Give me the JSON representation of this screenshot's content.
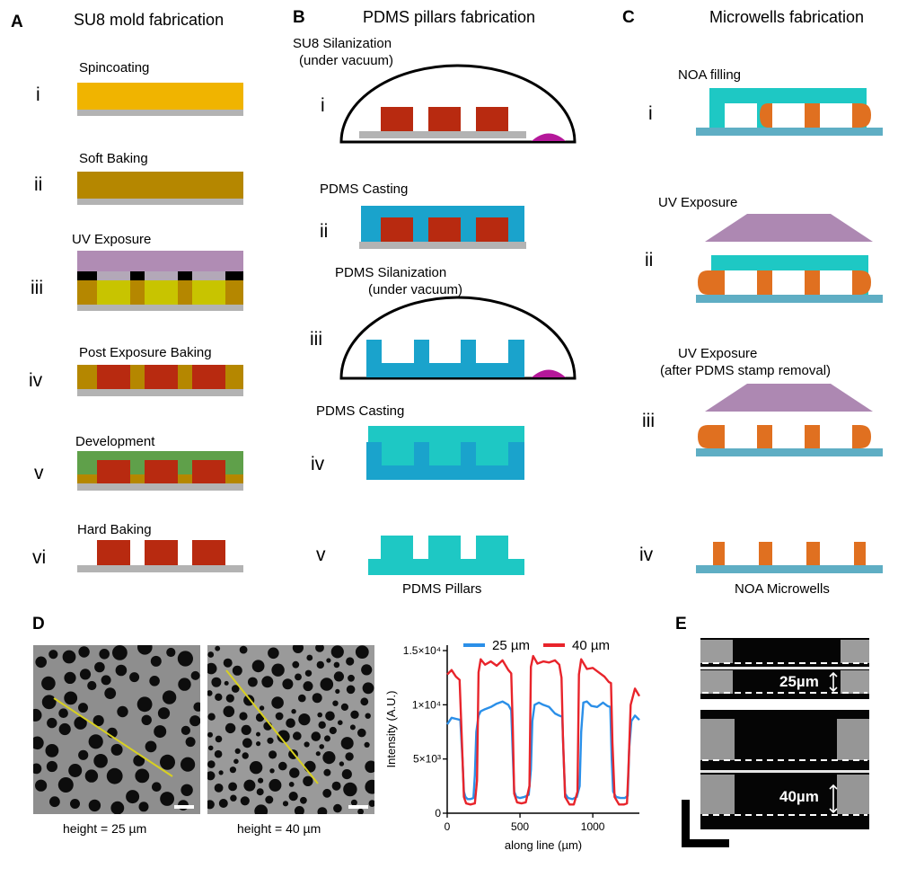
{
  "panels": {
    "A": {
      "letter": "A",
      "title": "SU8 mold fabrication",
      "steps": [
        {
          "numeral": "i",
          "label": "Spincoating"
        },
        {
          "numeral": "ii",
          "label": "Soft Baking"
        },
        {
          "numeral": "iii",
          "label": "UV Exposure"
        },
        {
          "numeral": "iv",
          "label": "Post Exposure Baking"
        },
        {
          "numeral": "v",
          "label": "Development"
        },
        {
          "numeral": "vi",
          "label": "Hard Baking"
        }
      ]
    },
    "B": {
      "letter": "B",
      "title": "PDMS pillars fabrication",
      "steps": [
        {
          "numeral": "i",
          "label": "SU8 Silanization",
          "label2": "(under vacuum)"
        },
        {
          "numeral": "ii",
          "label": "PDMS Casting"
        },
        {
          "numeral": "iii",
          "label": "PDMS Silanization",
          "label2": "(under vacuum)"
        },
        {
          "numeral": "iv",
          "label": "PDMS Casting"
        },
        {
          "numeral": "v",
          "label": "",
          "caption": "PDMS Pillars"
        }
      ]
    },
    "C": {
      "letter": "C",
      "title": "Microwells fabrication",
      "steps": [
        {
          "numeral": "i",
          "label": "NOA filling"
        },
        {
          "numeral": "ii",
          "label": "UV Exposure"
        },
        {
          "numeral": "iii",
          "label": "UV Exposure",
          "label2": "(after PDMS stamp removal)"
        },
        {
          "numeral": "iv",
          "label": "",
          "caption": "NOA Microwells"
        }
      ]
    },
    "D": {
      "letter": "D",
      "image_captions": [
        "height = 25 µm",
        "height = 40 µm"
      ]
    },
    "E": {
      "letter": "E",
      "labels": [
        "25µm",
        "40µm"
      ]
    }
  },
  "chart_data": {
    "type": "line",
    "xlabel": "along line (µm)",
    "ylabel": "Intensity (A.U.)",
    "xlim": [
      0,
      1320
    ],
    "ylim": [
      0,
      15500
    ],
    "xticks": [
      0,
      500,
      1000
    ],
    "yticks": [
      {
        "value": 0,
        "label": "0"
      },
      {
        "value": 5000,
        "label": "5×10³"
      },
      {
        "value": 10000,
        "label": "1×10⁴"
      },
      {
        "value": 15000,
        "label": "1.5×10⁴"
      }
    ],
    "legend_position": "top",
    "series": [
      {
        "name": "25 µm",
        "color": "#2b8fe8",
        "x": [
          0,
          30,
          60,
          90,
          105,
          115,
          125,
          140,
          160,
          180,
          190,
          200,
          215,
          230,
          260,
          300,
          340,
          380,
          420,
          440,
          450,
          460,
          475,
          500,
          530,
          560,
          575,
          585,
          600,
          630,
          660,
          700,
          740,
          770,
          790,
          800,
          810,
          830,
          860,
          890,
          910,
          920,
          935,
          960,
          990,
          1030,
          1070,
          1100,
          1120,
          1130,
          1140,
          1160,
          1190,
          1220,
          1240,
          1250,
          1265,
          1290,
          1320
        ],
        "y": [
          8200,
          8800,
          8700,
          8600,
          5000,
          2000,
          1500,
          1300,
          1300,
          1400,
          3500,
          7500,
          9000,
          9400,
          9600,
          9800,
          10100,
          10300,
          10000,
          9500,
          5500,
          2000,
          1500,
          1400,
          1500,
          1700,
          4000,
          8500,
          10000,
          10200,
          10000,
          9800,
          9200,
          9000,
          8900,
          5000,
          1800,
          1400,
          1300,
          1500,
          2500,
          7500,
          10200,
          10300,
          9900,
          9800,
          10200,
          9900,
          9800,
          5000,
          2000,
          1500,
          1400,
          1400,
          1600,
          6000,
          8500,
          9000,
          8600
        ]
      },
      {
        "name": "40 µm",
        "color": "#e8242b",
        "x": [
          0,
          30,
          60,
          85,
          100,
          115,
          130,
          160,
          190,
          205,
          215,
          230,
          260,
          300,
          340,
          380,
          420,
          440,
          450,
          460,
          480,
          510,
          540,
          565,
          575,
          590,
          620,
          660,
          700,
          740,
          770,
          785,
          795,
          810,
          840,
          870,
          895,
          905,
          920,
          960,
          1000,
          1040,
          1080,
          1110,
          1125,
          1135,
          1150,
          1180,
          1215,
          1235,
          1245,
          1260,
          1290,
          1320
        ],
        "y": [
          12800,
          13200,
          12600,
          12300,
          7000,
          1500,
          900,
          800,
          900,
          3000,
          13000,
          14200,
          13700,
          14000,
          13600,
          14100,
          13200,
          12900,
          8000,
          1800,
          1000,
          900,
          1000,
          2500,
          13500,
          14500,
          13800,
          14000,
          13900,
          14100,
          13700,
          12500,
          7000,
          1500,
          800,
          800,
          2000,
          12800,
          14200,
          13300,
          13400,
          13000,
          12600,
          12100,
          12000,
          6500,
          1500,
          800,
          800,
          900,
          4000,
          10000,
          11500,
          10800
        ]
      }
    ]
  }
}
